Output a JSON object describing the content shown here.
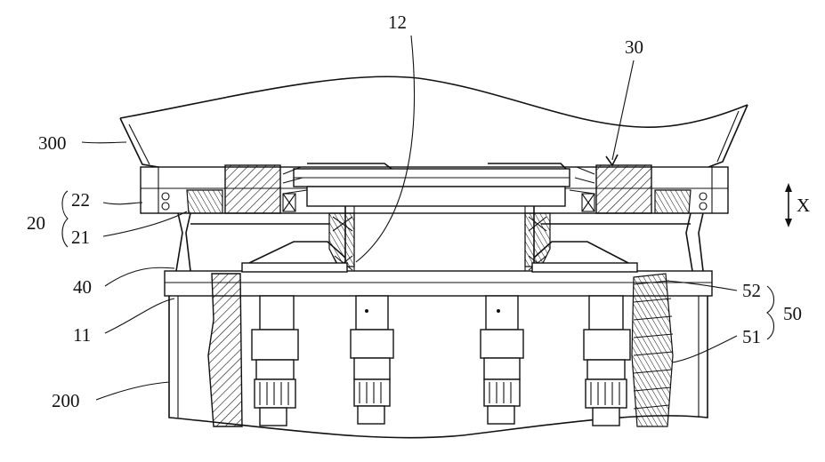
{
  "drawing": {
    "labels": {
      "l12": "12",
      "l30": "30",
      "l300": "300",
      "l22": "22",
      "l20": "20",
      "l21": "21",
      "lX": "X",
      "l40": "40",
      "l11": "11",
      "l52": "52",
      "l50": "50",
      "l51": "51",
      "l200": "200"
    }
  }
}
